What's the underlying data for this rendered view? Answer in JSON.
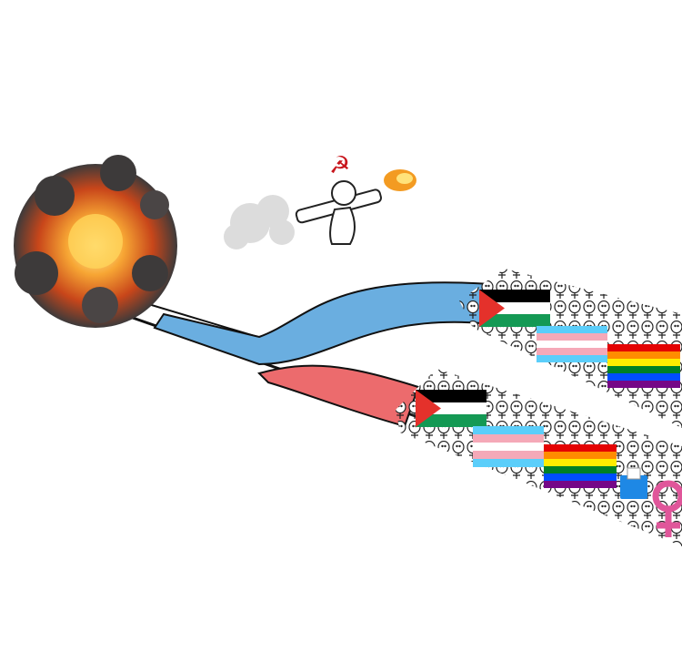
{
  "scene": {
    "background": "#ffffff",
    "colors": {
      "blue_track": "#6aaee0",
      "red_track": "#ec6b6d",
      "explosion_core": "#f29a2e",
      "smoke": "#3d3a3a",
      "symbol_red": "#c8161d"
    },
    "icons": [
      "explosion-icon",
      "hammer-and-sickle-icon",
      "rocket-launcher-figure",
      "palestine-flag",
      "transgender-flag",
      "rainbow-flag",
      "ballot-box-icon",
      "female-symbol-icon"
    ]
  }
}
